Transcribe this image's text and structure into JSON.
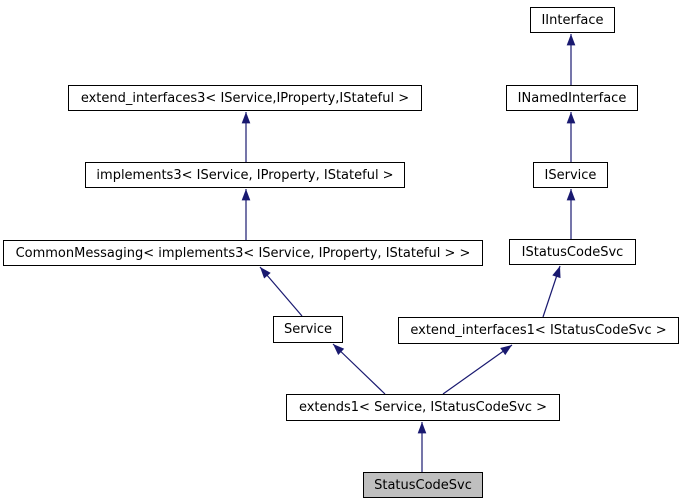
{
  "diagram": {
    "type": "inheritance-graph",
    "colors": {
      "edge": "#191970",
      "node_border": "#000000",
      "node_background": "#ffffff",
      "highlight_background": "#bfbfbf",
      "text": "#000000",
      "canvas": "#ffffff"
    },
    "nodes": [
      {
        "id": "iinterface",
        "label": "IInterface",
        "highlighted": false
      },
      {
        "id": "inamedinterface",
        "label": "INamedInterface",
        "highlighted": false
      },
      {
        "id": "iservice",
        "label": "IService",
        "highlighted": false
      },
      {
        "id": "istatuscodesvc",
        "label": "IStatusCodeSvc",
        "highlighted": false
      },
      {
        "id": "extend-interfaces3",
        "label": "extend_interfaces3< IService,IProperty,IStateful >",
        "highlighted": false
      },
      {
        "id": "implements3",
        "label": "implements3< IService, IProperty, IStateful >",
        "highlighted": false
      },
      {
        "id": "commonmessaging",
        "label": "CommonMessaging< implements3< IService, IProperty, IStateful > >",
        "highlighted": false
      },
      {
        "id": "service",
        "label": "Service",
        "highlighted": false
      },
      {
        "id": "extend-interfaces1",
        "label": "extend_interfaces1< IStatusCodeSvc >",
        "highlighted": false
      },
      {
        "id": "extends1",
        "label": "extends1< Service, IStatusCodeSvc >",
        "highlighted": false
      },
      {
        "id": "statuscodesvc",
        "label": "StatusCodeSvc",
        "highlighted": true
      }
    ],
    "edges": [
      {
        "from": "inamedinterface",
        "to": "iinterface"
      },
      {
        "from": "iservice",
        "to": "inamedinterface"
      },
      {
        "from": "istatuscodesvc",
        "to": "iservice"
      },
      {
        "from": "implements3",
        "to": "extend-interfaces3"
      },
      {
        "from": "commonmessaging",
        "to": "implements3"
      },
      {
        "from": "service",
        "to": "commonmessaging"
      },
      {
        "from": "extend-interfaces1",
        "to": "istatuscodesvc"
      },
      {
        "from": "extends1",
        "to": "service"
      },
      {
        "from": "extends1",
        "to": "extend-interfaces1"
      },
      {
        "from": "statuscodesvc",
        "to": "extends1"
      }
    ]
  }
}
